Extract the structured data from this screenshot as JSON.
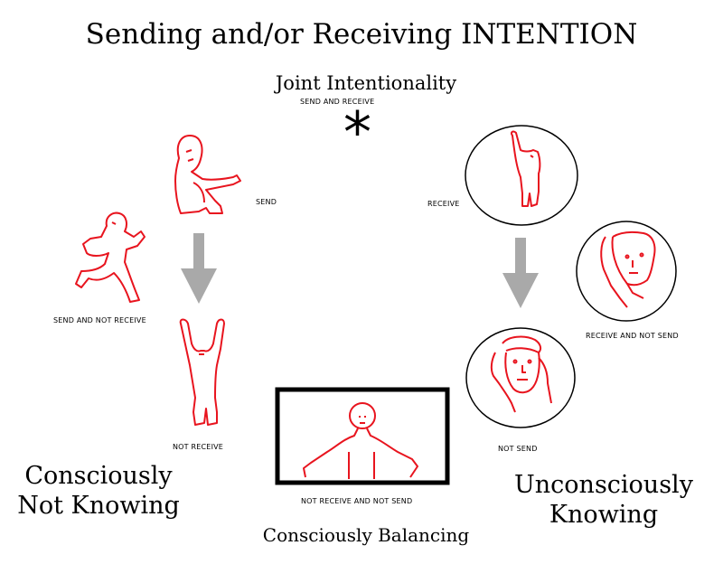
{
  "title": "Sending and/or Receiving INTENTION",
  "joint": {
    "heading": "Joint Intentionality",
    "label": "SEND AND RECEIVE",
    "symbol": "*"
  },
  "states": {
    "send": "SEND",
    "receive": "RECEIVE",
    "send_not_receive": "SEND AND NOT RECEIVE",
    "receive_not_send": "RECEIVE AND NOT SEND",
    "not_receive": "NOT RECEIVE",
    "not_send": "NOT SEND",
    "not_receive_not_send": "NOT RECEIVE AND NOT SEND"
  },
  "outcomes": {
    "left_line1": "Consciously",
    "left_line2": "Not Knowing",
    "right_line1": "Unconsciously",
    "right_line2": "Knowing",
    "center": "Consciously Balancing"
  },
  "colors": {
    "figure": "#e8141e",
    "arrow": "#a9a9a9",
    "outline": "#000000"
  }
}
